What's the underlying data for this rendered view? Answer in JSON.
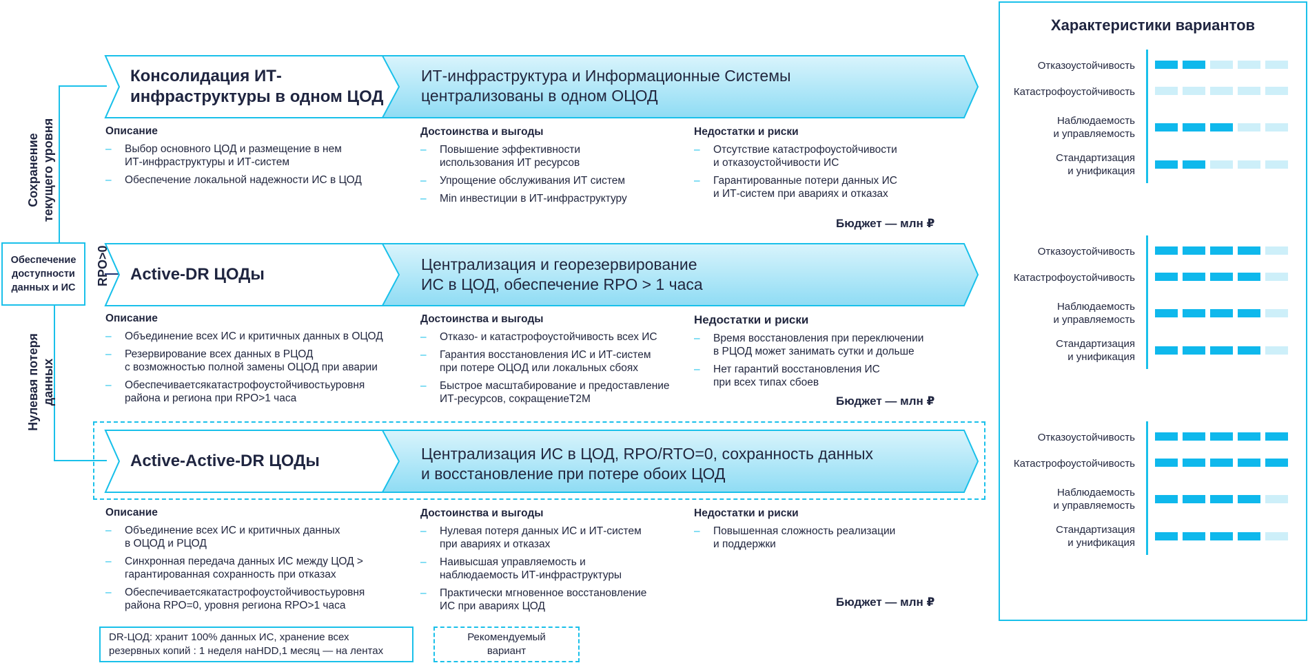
{
  "left": {
    "top_label": "Сохранение\nтекущего уровня",
    "bottom_label": "Нулевая потеря\nданных",
    "box_label": "Обеспечение\nдоступности\nданных и ИС",
    "rpo_label": "RPO>0"
  },
  "options": [
    {
      "title": "Консолидация ИТ-\nинфраструктуры в одном ЦОД",
      "description": "ИТ-инфраструктура и Информационные Системы\nцентрализованы в одном ОЦОД",
      "desc_header": "Описание",
      "desc_items": [
        "Выбор основного ЦОД и размещение в нем\nИТ-инфраструктуры и ИТ-систем",
        "Обеспечение локальной надежности ИС в ЦОД"
      ],
      "pros_header": "Достоинства и выгоды",
      "pros_items": [
        "Повышение эффективности\nиспользования ИТ ресурсов",
        "Упрощение обслуживания ИТ систем",
        "Min инвестиции в ИТ-инфраструктуру"
      ],
      "cons_header": "Недостатки и риски",
      "cons_items": [
        "Отсутствие катастрофоустойчивости\nи отказоустойчивости ИС",
        "Гарантированные потери данных ИС\nи ИТ-систем при авариях и отказах"
      ],
      "budget": "Бюджет —  млн ₽"
    },
    {
      "title": "Active-DR ЦОДы",
      "description": "Централизация и георезервирование\nИС в ЦОД, обеспечение RPO > 1 часа",
      "desc_header": "Описание",
      "desc_items": [
        "Объединение всех ИС и критичных данных в ОЦОД",
        "Резервирование всех данных в РЦОД\nс возможностью полной замены ОЦОД при аварии",
        "Обеспечиваетсякатастрофоустойчивостьуровня\nрайона и региона при RPO>1 часа"
      ],
      "pros_header": "Достоинства и выгоды",
      "pros_items": [
        "Отказо- и катастрофоустойчивость всех ИС",
        "Гарантия восстановления ИС и ИТ-систем\nпри потере ОЦОД или локальных сбоях",
        "Быстрое масштабирование и предоставление\nИТ-ресурсов, сокращениеT2M"
      ],
      "cons_header": "Недостатки и риски",
      "cons_items": [
        "Время восстановления при переключении\nв РЦОД может занимать сутки и дольше",
        "Нет гарантий восстановления ИС\nпри всех типах сбоев"
      ],
      "budget": "Бюджет —  млн ₽"
    },
    {
      "title": "Active-Active-DR ЦОДы",
      "description": "Централизация ИС в ЦОД, RPO/RTO=0, сохранность данных\nи восстановление при потере обоих ЦОД",
      "desc_header": "Описание",
      "desc_items": [
        "Объединение всех ИС и критичных данных\nв ОЦОД и РЦОД",
        "Синхронная передача данных ИС между ЦОД >\nгарантированная сохранность при отказах",
        "Обеспечиваетсякатастрофоустойчивостьуровня\nрайона  RPO=0, уровня региона RPO>1 часа"
      ],
      "pros_header": "Достоинства и выгоды",
      "pros_items": [
        "Нулевая потеря данных ИС и ИТ-систем\nпри авариях и отказах",
        "Наивысшая управляемость и\nнаблюдаемость ИТ-инфраструктуры",
        "Практически мгновенное восстановление\nИС при авариях ЦОД"
      ],
      "cons_header": "Недостатки и риски",
      "cons_items": [
        "Повышенная сложность реализации\nи поддержки"
      ],
      "budget": "Бюджет —  млн ₽"
    }
  ],
  "characteristics": {
    "title": "Характеристики вариантов",
    "labels": [
      "Отказоустойчивость",
      "Катастрофоустойчивость",
      "Наблюдаемость\nи управляемость",
      "Стандартизация\nи унификация"
    ],
    "ratings": [
      [
        2,
        0,
        3,
        2
      ],
      [
        4,
        4,
        4,
        4
      ],
      [
        5,
        5,
        4,
        4
      ]
    ],
    "max": 5,
    "on_color": "#0fb8ec",
    "off_color": "#cdeff9"
  },
  "footer": {
    "note": "DR-ЦОД: хранит 100% данных ИС, хранение всех\nрезервных копий : 1 неделя наHDD,1 месяц — на лентах",
    "recommended": "Рекомендуемый\nвариант"
  }
}
